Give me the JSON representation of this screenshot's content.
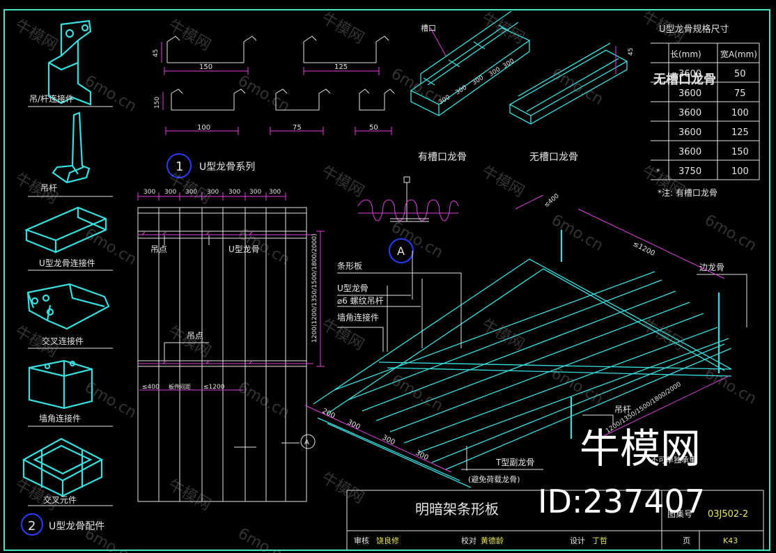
{
  "colors": {
    "background": "#000000",
    "frame": "#3de8c8",
    "cyan": "#37e0e0",
    "magenta": "#e040e0",
    "white": "#e6e6e6",
    "yellow": "#e8e85a",
    "green": "#7ee07e",
    "blue": "#2c3cff"
  },
  "accessories": {
    "items": [
      "吊/杆连接件",
      "吊杆",
      "U型龙骨连接件",
      "交叉连接件",
      "墙角连接件",
      "交叉元件"
    ],
    "title_number": "2",
    "title": "U型龙骨配件"
  },
  "profiles": {
    "title_number": "1",
    "title": "U型龙骨系列",
    "heights": [
      "45",
      "150"
    ],
    "top_widths": [
      "150",
      "125"
    ],
    "bottom_widths": [
      "100",
      "75",
      "50"
    ]
  },
  "iso_keels": {
    "slot_label": "槽口",
    "slotted_caption": "有槽口龙骨",
    "unslotted_caption": "无槽口龙骨",
    "spacings": [
      "300",
      "300",
      "300",
      "300",
      "300"
    ],
    "height_dim": "45"
  },
  "spec_table": {
    "title": "U型龙骨规格尺寸",
    "headers": [
      "长(mm)",
      "宽A(mm)"
    ],
    "overlay": "无槽口龙骨",
    "rows": [
      {
        "mark": "",
        "length": "3600",
        "width": "50"
      },
      {
        "mark": "",
        "length": "3600",
        "width": "75"
      },
      {
        "mark": "",
        "length": "3600",
        "width": "100"
      },
      {
        "mark": "",
        "length": "3600",
        "width": "125"
      },
      {
        "mark": "",
        "length": "3600",
        "width": "150"
      },
      {
        "mark": "*",
        "length": "3750",
        "width": "100"
      }
    ],
    "note": "*注: 有槽口龙骨"
  },
  "plan": {
    "top_dims": [
      "300",
      "300",
      "300",
      "300",
      "300",
      "300",
      "300"
    ],
    "hanger_label": "吊点",
    "keel_label": "U型龙骨",
    "hanger_label_2": "吊点",
    "side_dim": "1200(1200/1350/1500/1800/2000)",
    "bottom_dims": [
      "≤400",
      "板件间距",
      "≤1200"
    ],
    "section_mark": "A"
  },
  "detail": {
    "mark": "A"
  },
  "iso_main": {
    "labels": [
      "条形板",
      "U型龙骨",
      "⌀6 螺纹吊杆",
      "墙角连接件"
    ],
    "right_label": "边龙骨",
    "top_dims": [
      "≤400",
      "≤1200"
    ],
    "bottom_dims": [
      "200",
      "300",
      "300",
      "300"
    ],
    "diag_dim": "1200/1350/1500/1800/2000",
    "rod_label": "吊杆",
    "tee_label": "T型副龙骨",
    "tee_sub": "(避免荷载龙骨)",
    "hidden_note": "不可单独承重"
  },
  "title_block": {
    "title": "明暗架条形板",
    "atlas_label": "图集号",
    "atlas_no": "03J502-2",
    "review_label": "审核",
    "review_name": "饶良修",
    "check_label": "校对",
    "check_name": "黄德龄",
    "design_label": "设计",
    "design_name": "丁哲",
    "page_label": "页",
    "page_no": "K43"
  },
  "watermark": {
    "brand": "牛模网",
    "id": "ID:237407",
    "site": "6mo.cn"
  }
}
